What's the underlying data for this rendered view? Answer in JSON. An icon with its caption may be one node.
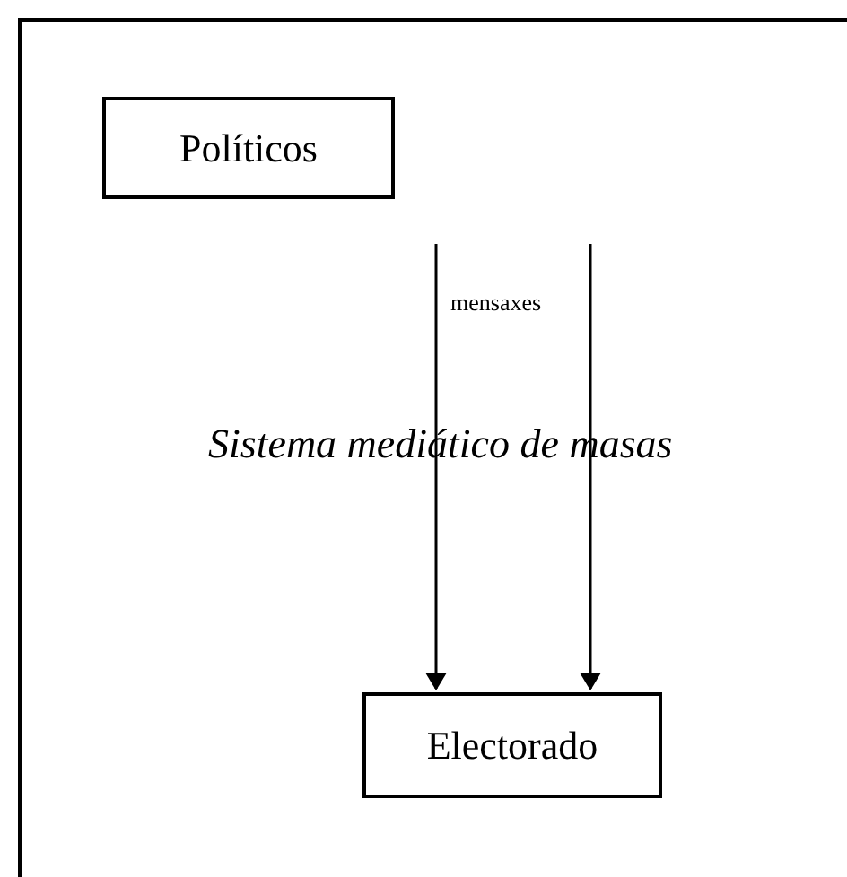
{
  "diagram": {
    "nodes": [
      {
        "text": [
          "Sistema mediático de masas"
        ]
      },
      {
        "text": [
          "Políticos"
        ],
        "in": 0
      },
      {
        "text": [
          "Electorado"
        ],
        "in": 0
      }
    ],
    "edges": [
      {
        "from": null,
        "to": 2,
        "arrow": "to",
        "label": "mensaxes"
      },
      {
        "from": null,
        "to": 2,
        "arrow": "to"
      }
    ]
  }
}
